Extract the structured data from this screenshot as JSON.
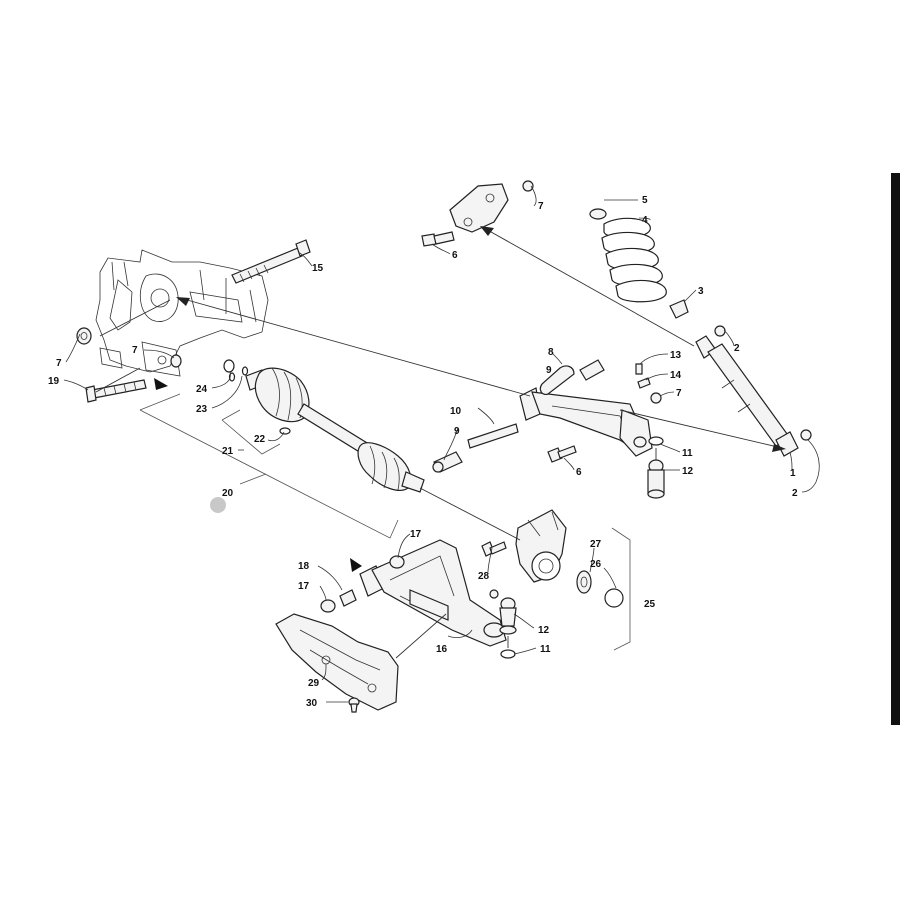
{
  "diagram": {
    "labels": [
      {
        "id": "lbl-7a",
        "text": "7"
      },
      {
        "id": "lbl-6a",
        "text": "6"
      },
      {
        "id": "lbl-5",
        "text": "5"
      },
      {
        "id": "lbl-4",
        "text": "4"
      },
      {
        "id": "lbl-3",
        "text": "3"
      },
      {
        "id": "lbl-2a",
        "text": "2"
      },
      {
        "id": "lbl-15",
        "text": "15"
      },
      {
        "id": "lbl-8",
        "text": "8"
      },
      {
        "id": "lbl-9a",
        "text": "9"
      },
      {
        "id": "lbl-13",
        "text": "13"
      },
      {
        "id": "lbl-14",
        "text": "14"
      },
      {
        "id": "lbl-7b",
        "text": "7"
      },
      {
        "id": "lbl-7c",
        "text": "7"
      },
      {
        "id": "lbl-7d",
        "text": "7"
      },
      {
        "id": "lbl-19",
        "text": "19"
      },
      {
        "id": "lbl-24",
        "text": "24"
      },
      {
        "id": "lbl-23",
        "text": "23"
      },
      {
        "id": "lbl-22",
        "text": "22"
      },
      {
        "id": "lbl-21",
        "text": "21"
      },
      {
        "id": "lbl-10",
        "text": "10"
      },
      {
        "id": "lbl-9b",
        "text": "9"
      },
      {
        "id": "lbl-11a",
        "text": "11"
      },
      {
        "id": "lbl-6b",
        "text": "6"
      },
      {
        "id": "lbl-12a",
        "text": "12"
      },
      {
        "id": "lbl-1",
        "text": "1"
      },
      {
        "id": "lbl-2b",
        "text": "2"
      },
      {
        "id": "lbl-20",
        "text": "20"
      },
      {
        "id": "lbl-17a",
        "text": "17"
      },
      {
        "id": "lbl-27",
        "text": "27"
      },
      {
        "id": "lbl-26",
        "text": "26"
      },
      {
        "id": "lbl-18",
        "text": "18"
      },
      {
        "id": "lbl-28",
        "text": "28"
      },
      {
        "id": "lbl-17b",
        "text": "17"
      },
      {
        "id": "lbl-25",
        "text": "25"
      },
      {
        "id": "lbl-12b",
        "text": "12"
      },
      {
        "id": "lbl-16",
        "text": "16"
      },
      {
        "id": "lbl-11b",
        "text": "11"
      },
      {
        "id": "lbl-29",
        "text": "29"
      },
      {
        "id": "lbl-30",
        "text": "30"
      }
    ]
  },
  "colors": {
    "line": "#222222",
    "marker_dot": "#c8c8c8",
    "edge_bar": "#111111"
  }
}
